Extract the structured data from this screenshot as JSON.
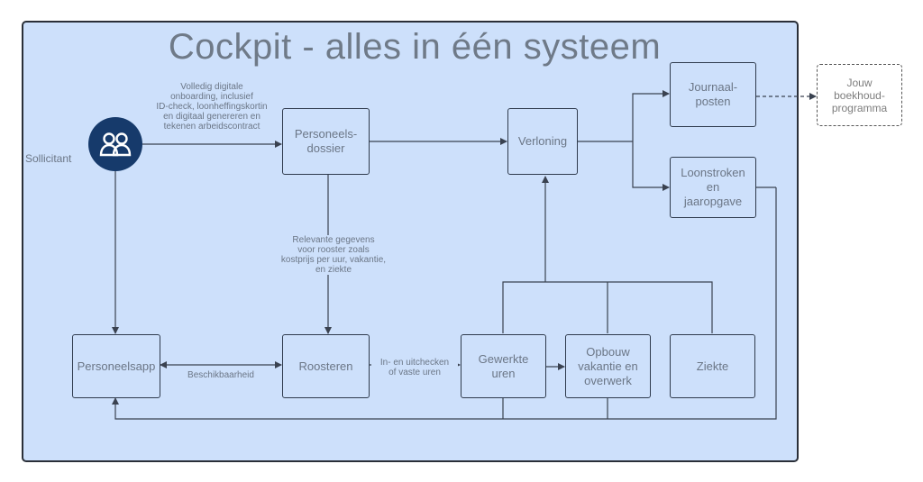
{
  "diagram": {
    "title": "Cockpit - alles in één systeem",
    "actor_label": "Sollicitant",
    "actor_icon": "people-icon",
    "nodes": {
      "personeelsdossier": "Personeels-\ndossier",
      "verloning": "Verloning",
      "journaalposten": "Journaal-\nposten",
      "boekhoudprogramma": "Jouw\nboekhoud-\nprogramma",
      "loonstroken": "Loonstroken\nen\njaaropgave",
      "personeelsapp": "Personeelsapp",
      "roosteren": "Roosteren",
      "gewerkte_uren": "Gewerkte\nuren",
      "opbouw": "Opbouw\nvakantie en\noverwerk",
      "ziekte": "Ziekte"
    },
    "edge_labels": {
      "onboarding": "Volledig digitale\nonboarding, inclusief\nID-check, loonheffingskortin\nen digitaal genereren en\ntekenen arbeidscontract",
      "relevante": "Relevante gegevens\nvoor rooster zoals\nkostprijs per uur, vakantie,\nen ziekte",
      "beschikbaarheid": "Beschikbaarheid",
      "inuitchecken": "In- en uitchecken\nof vaste uren"
    },
    "colors": {
      "frame_fill": "#cde0fb",
      "frame_border": "#2a2f38",
      "node_border": "#2f3b4d",
      "icon_fill": "#163a6b",
      "text": "#6b7686"
    }
  }
}
